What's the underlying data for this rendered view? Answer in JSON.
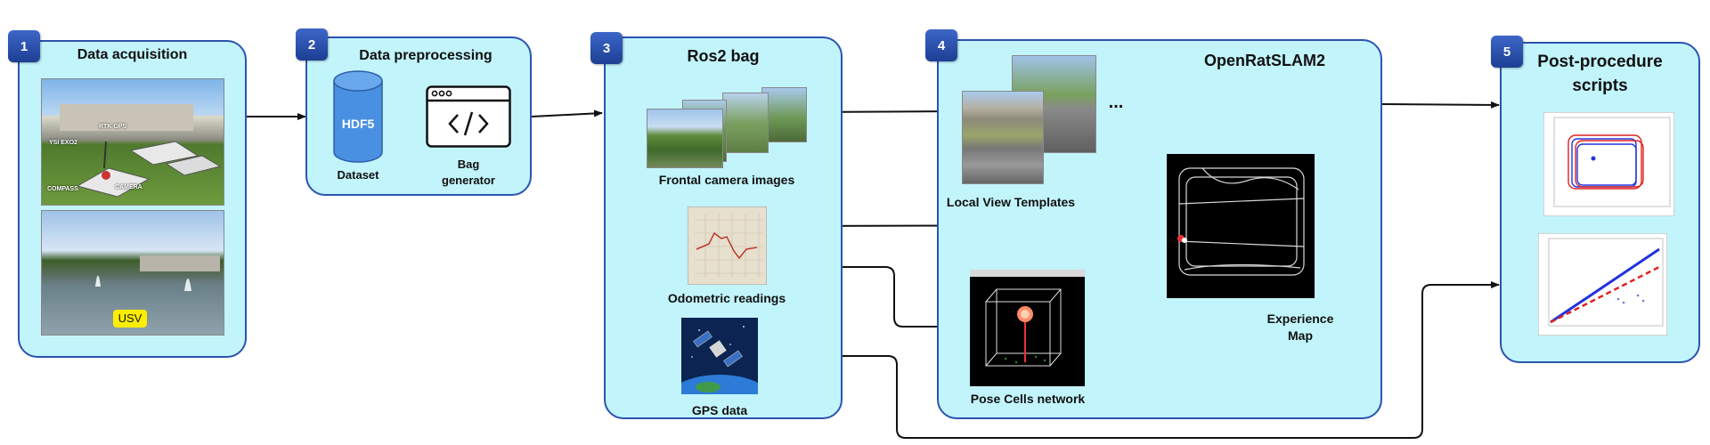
{
  "colors": {
    "panel_fill": "#c2f4fb",
    "panel_border": "#2b54b0",
    "badge": "#2f58bb",
    "arrow": "#111111",
    "hdf5": "#4a90e2",
    "usv_tag": "#ffee00"
  },
  "panels": [
    {
      "number": "1",
      "title": "Data acquisition"
    },
    {
      "number": "2",
      "title": "Data preprocessing"
    },
    {
      "number": "3",
      "title": "Ros2 bag"
    },
    {
      "number": "4",
      "title": "OpenRatSLAM2"
    },
    {
      "number": "5",
      "title_line1": "Post-procedure",
      "title_line2": "scripts"
    }
  ],
  "acquisition": {
    "photo_labels": [
      "YSI EXO2",
      "RTK GPS",
      "COMPASS",
      "CAMERA"
    ],
    "usv_tag": "USV"
  },
  "preprocessing": {
    "cylinder_text": "HDF5",
    "dataset_label": "Dataset",
    "bag_label_line1": "Bag",
    "bag_label_line2": "generator",
    "bag_icon": "code-window-icon"
  },
  "bag": {
    "camera_label": "Frontal camera images",
    "odometry_label": "Odometric readings",
    "gps_label": "GPS data"
  },
  "slam": {
    "templates_label": "Local View Templates",
    "ellipsis": "...",
    "pose_label": "Pose Cells network",
    "exp_label_line1": "Experience",
    "exp_label_line2": "Map"
  }
}
